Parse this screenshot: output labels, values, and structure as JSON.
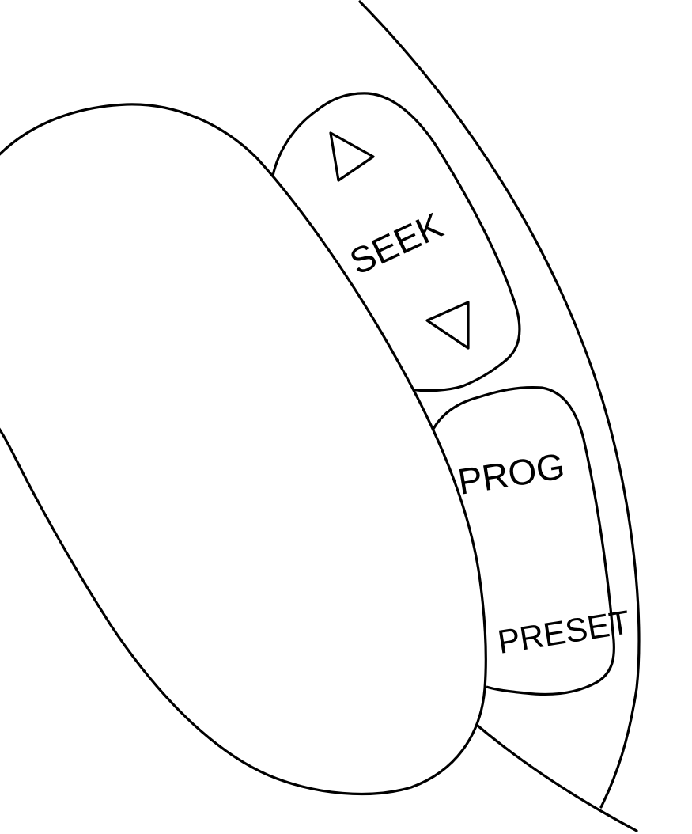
{
  "buttons": {
    "seek": {
      "label": "SEEK",
      "up_icon": "triangle-up-icon",
      "down_icon": "triangle-down-icon"
    },
    "prog": {
      "label": "PROG"
    },
    "preset": {
      "label": "PRESET"
    }
  },
  "colors": {
    "stroke": "#000000",
    "background": "#ffffff"
  }
}
